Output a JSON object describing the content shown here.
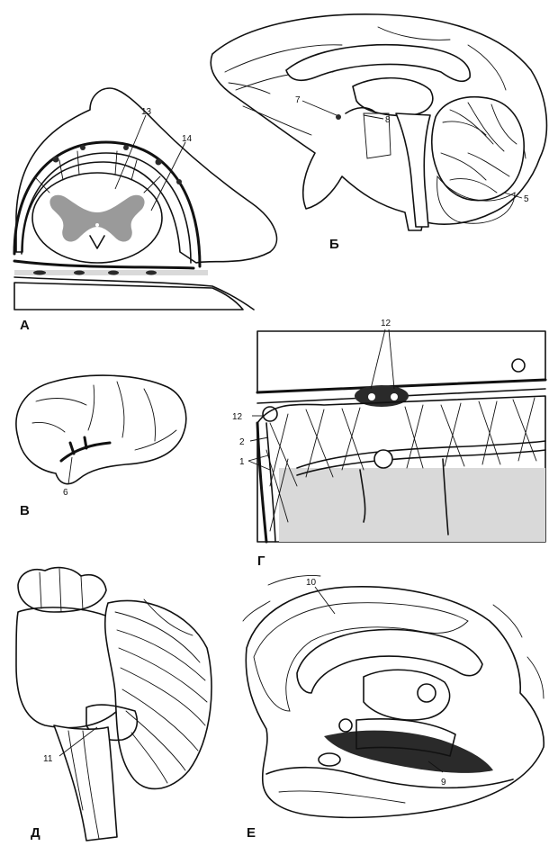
{
  "panels": {
    "a": {
      "letter": "А",
      "labels": [
        "13",
        "14"
      ]
    },
    "b": {
      "letter": "Б",
      "labels": [
        "7",
        "8",
        "5"
      ]
    },
    "v": {
      "letter": "В",
      "labels": [
        "6"
      ]
    },
    "g": {
      "letter": "Г",
      "labels": [
        "12",
        "12",
        "2",
        "1"
      ]
    },
    "d": {
      "letter": "Д",
      "labels": [
        "11"
      ]
    },
    "e": {
      "letter": "Е",
      "labels": [
        "10",
        "9"
      ]
    }
  }
}
